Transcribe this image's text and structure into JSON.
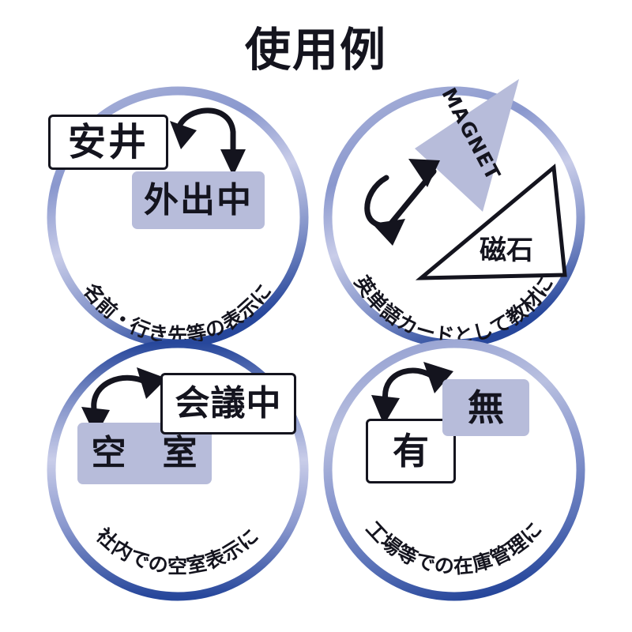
{
  "page": {
    "title": "使用例",
    "background_color": "#ffffff",
    "ring_gradient_light": "#c3c8e6",
    "ring_gradient_mid": "#8a98ce",
    "ring_gradient_dark": "#27479b",
    "chip_purple": "#b7bcda",
    "ink_color": "#14141e"
  },
  "panels": [
    {
      "id": "name-destination",
      "position": "top-left",
      "caption": "名前・行き先等の表示に",
      "chips": [
        {
          "name": "name-card",
          "text": "安井",
          "style": "white"
        },
        {
          "name": "status-card",
          "text": "外出中",
          "style": "purple"
        }
      ],
      "arrow": "double-headed-curved-arrow"
    },
    {
      "id": "english-word-card",
      "position": "top-right",
      "caption": "英単語カードとして教材に",
      "magnet_label": "MAGNET",
      "magnet_shape_label": "磁石",
      "arrow": "double-headed-curved-arrow"
    },
    {
      "id": "room-vacancy",
      "position": "bottom-left",
      "caption": "社内での空室表示に",
      "chips": [
        {
          "name": "meeting-card",
          "text": "会議中",
          "style": "white"
        },
        {
          "name": "vacant-card",
          "text": "空　室",
          "style": "purple"
        }
      ],
      "arrow": "double-headed-curved-arrow"
    },
    {
      "id": "inventory-management",
      "position": "bottom-right",
      "caption": "工場等での在庫管理に",
      "chips": [
        {
          "name": "in-stock-card",
          "text": "有",
          "style": "white"
        },
        {
          "name": "out-of-stock-card",
          "text": "無",
          "style": "purple"
        }
      ],
      "arrow": "double-headed-curved-arrow"
    }
  ]
}
